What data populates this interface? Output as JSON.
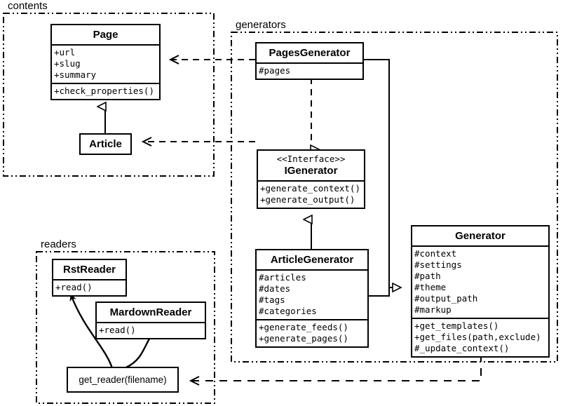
{
  "diagram": {
    "title": "Pelican architecture UML class diagram",
    "stroke_color": "#000000",
    "background": "#ffffff"
  },
  "packages": [
    {
      "id": "contents",
      "label": "contents"
    },
    {
      "id": "generators",
      "label": "generators"
    },
    {
      "id": "readers",
      "label": "readers"
    }
  ],
  "classes": {
    "page": {
      "name": "Page",
      "stereotype": "",
      "attributes": [
        "+url",
        "+slug",
        "+summary"
      ],
      "methods": [
        "+check_properties()"
      ]
    },
    "article": {
      "name": "Article",
      "stereotype": "",
      "attributes": [],
      "methods": []
    },
    "pages_generator": {
      "name": "PagesGenerator",
      "stereotype": "",
      "attributes": [
        "#pages"
      ],
      "methods": []
    },
    "igenerator": {
      "name": "IGenerator",
      "stereotype": "<<Interface>>",
      "attributes": [],
      "methods": [
        "+generate_context()",
        "+generate_output()"
      ]
    },
    "article_generator": {
      "name": "ArticleGenerator",
      "stereotype": "",
      "attributes": [
        "#articles",
        "#dates",
        "#tags",
        "#categories"
      ],
      "methods": [
        "+generate_feeds()",
        "+generate_pages()"
      ]
    },
    "generator": {
      "name": "Generator",
      "stereotype": "",
      "attributes": [
        "#context",
        "#settings",
        "#path",
        "#theme",
        "#output_path",
        "#markup"
      ],
      "methods": [
        "+get_templates()",
        "+get_files(path,exclude)",
        "#_update_context()"
      ]
    },
    "rst_reader": {
      "name": "RstReader",
      "stereotype": "",
      "attributes": [],
      "methods": [
        "+read()"
      ]
    },
    "mardown_reader": {
      "name": "MardownReader",
      "stereotype": "",
      "attributes": [],
      "methods": [
        "+read()"
      ]
    }
  },
  "functions": {
    "get_reader": {
      "label": "get_reader(filename)"
    }
  },
  "relationships": [
    {
      "from": "PagesGenerator",
      "to": "Page",
      "type": "dependency",
      "style": "dashed-open-arrow"
    },
    {
      "from": "PagesGenerator",
      "to": "Article",
      "type": "dependency",
      "style": "dashed-open-arrow"
    },
    {
      "from": "PagesGenerator",
      "to": "IGenerator",
      "type": "realization",
      "style": "dashed-hollow-triangle"
    },
    {
      "from": "ArticleGenerator",
      "to": "IGenerator",
      "type": "generalization",
      "style": "solid-hollow-triangle"
    },
    {
      "from": "PagesGenerator",
      "to": "Generator",
      "type": "generalization",
      "style": "solid-hollow-triangle"
    },
    {
      "from": "ArticleGenerator",
      "to": "Generator",
      "type": "generalization",
      "style": "solid-hollow-triangle"
    },
    {
      "from": "Article",
      "to": "Page",
      "type": "generalization",
      "style": "solid-hollow-triangle"
    },
    {
      "from": "Generator",
      "to": "get_reader",
      "type": "dependency",
      "style": "dashed-open-arrow"
    },
    {
      "from": "get_reader",
      "to": "RstReader",
      "type": "call",
      "style": "curved-solid-arrow"
    },
    {
      "from": "get_reader",
      "to": "MardownReader",
      "type": "call",
      "style": "curved-solid-arrow"
    }
  ]
}
